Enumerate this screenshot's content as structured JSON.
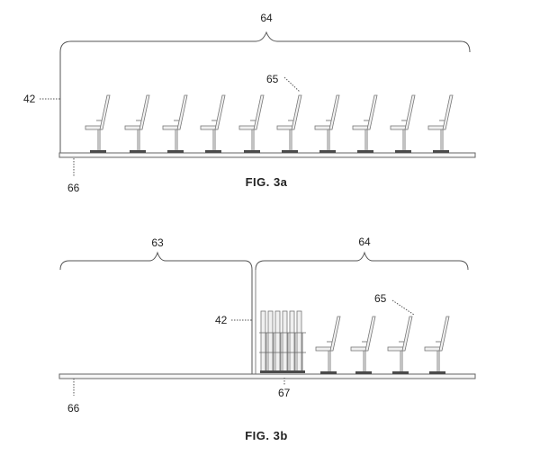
{
  "fig_a": {
    "caption": "FIG. 3a",
    "label_wall": "42",
    "label_section": "64",
    "label_seat": "65",
    "label_floor": "66",
    "seat_count": 10
  },
  "fig_b": {
    "caption": "FIG. 3b",
    "label_wall": "42",
    "label_left_section": "63",
    "label_right_section": "64",
    "label_seat": "65",
    "label_floor": "66",
    "label_stack": "67",
    "stacked_seat_count": 6,
    "seat_count": 4
  }
}
